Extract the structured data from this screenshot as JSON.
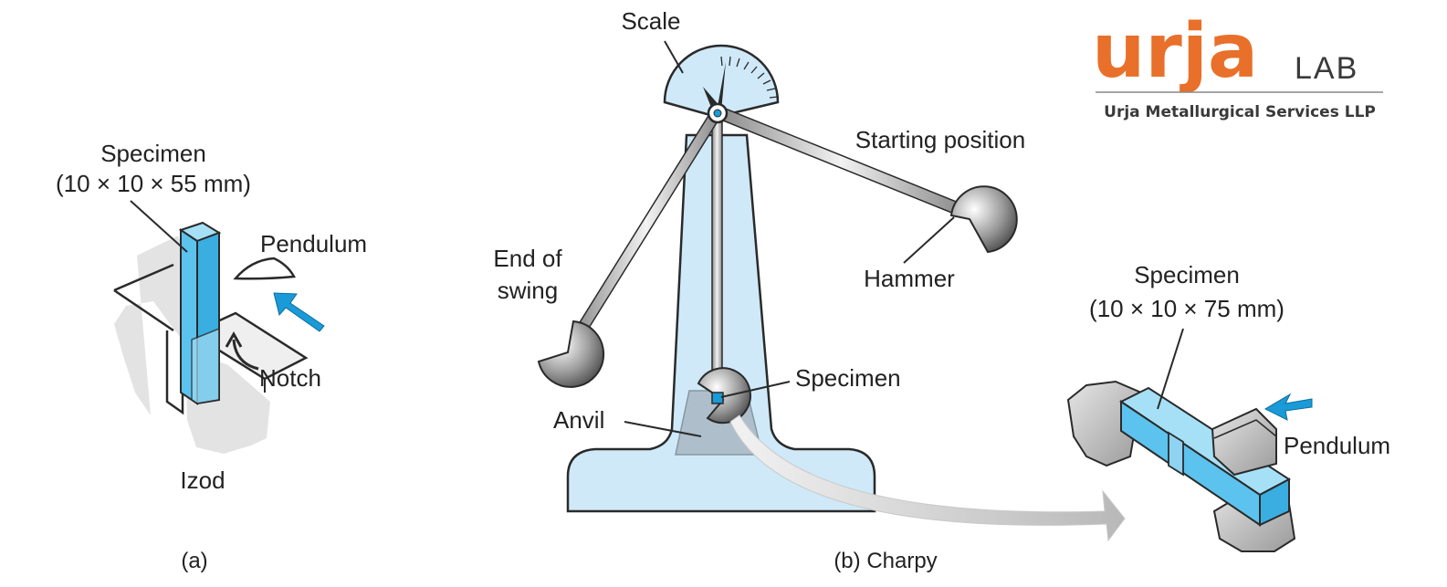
{
  "logo": {
    "word": "urja",
    "suffix": "LAB",
    "company": "Urja Metallurgical Services LLP",
    "brand_color": "#e8702a",
    "text_color": "#3a3a3a"
  },
  "izod": {
    "specimen_label": "Specimen",
    "specimen_dims": "(10 × 10 × 55 mm)",
    "pendulum_label": "Pendulum",
    "notch_label": "Notch",
    "name": "Izod",
    "caption": "(a)"
  },
  "charpy": {
    "scale_label": "Scale",
    "starting_position_label": "Starting position",
    "hammer_label": "Hammer",
    "end_of_swing_line1": "End of",
    "end_of_swing_line2": "swing",
    "specimen_label": "Specimen",
    "anvil_label": "Anvil",
    "caption": "(b) Charpy"
  },
  "charpy_detail": {
    "specimen_label": "Specimen",
    "specimen_dims": "(10 × 10 × 75 mm)",
    "pendulum_label": "Pendulum"
  },
  "colors": {
    "frame_fill": "#cfe9f8",
    "specimen_blue": "#5bc3ee",
    "arrow_blue": "#1a9ad6",
    "outline": "#2a2a2a"
  }
}
